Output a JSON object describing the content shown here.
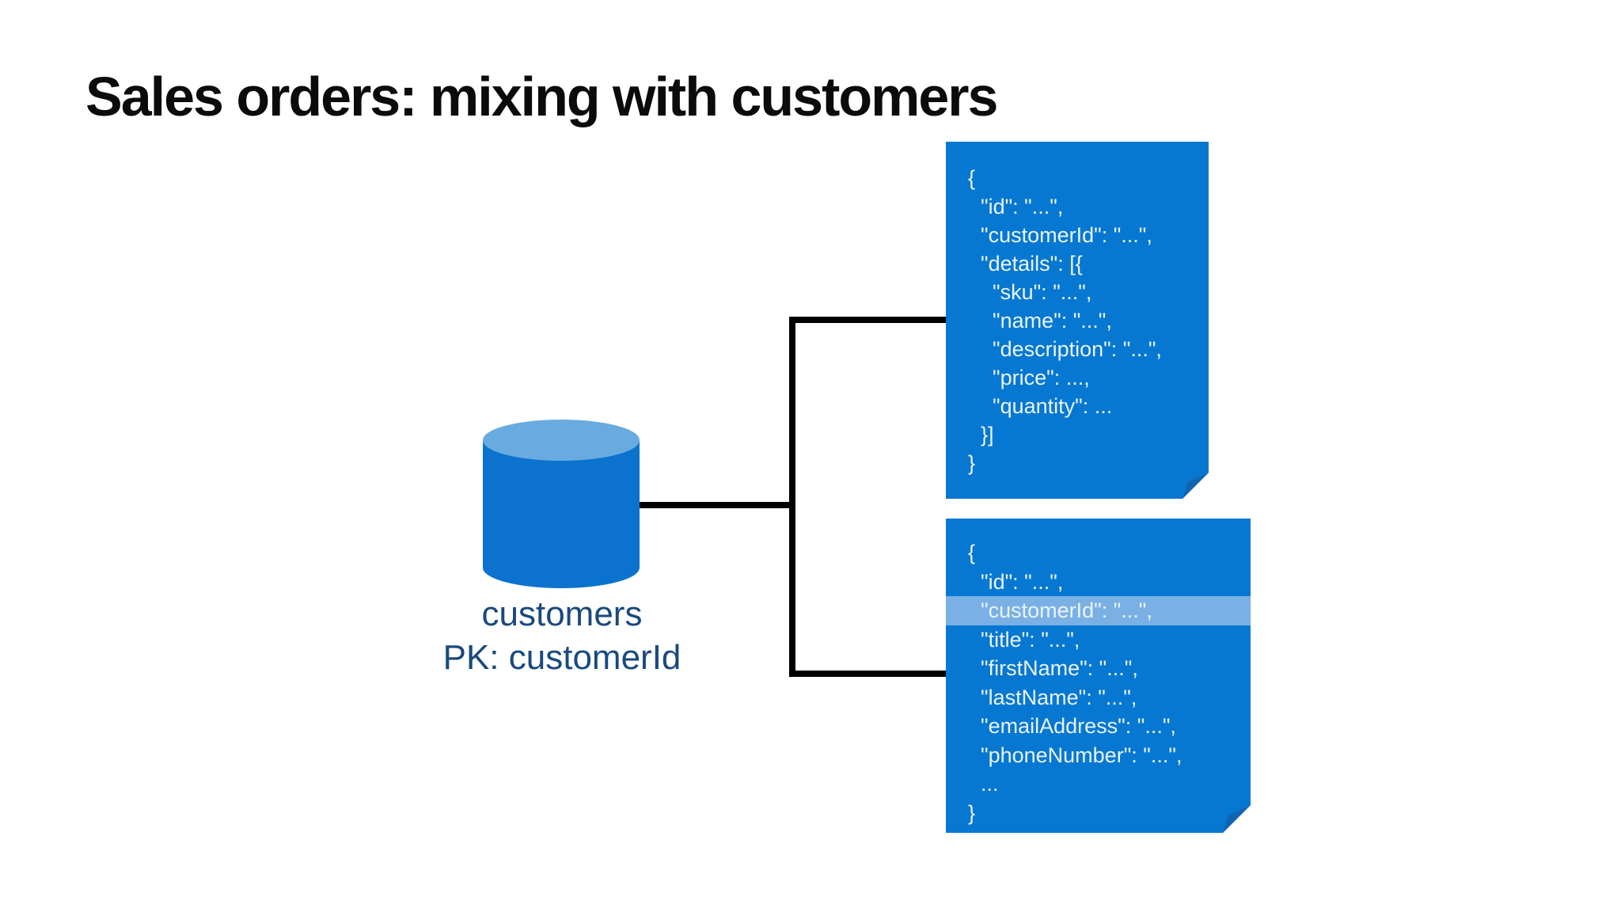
{
  "title": "Sales orders: mixing with customers",
  "database": {
    "name": "customers",
    "partition_key_label": "PK: customerId"
  },
  "documents": [
    {
      "id": "sales-order",
      "lines": [
        {
          "text": "{",
          "indent": 0
        },
        {
          "text": "\"id\": \"...\",",
          "indent": 1
        },
        {
          "text": "\"customerId\": \"...\",",
          "indent": 1
        },
        {
          "text": "\"details\": [{",
          "indent": 1
        },
        {
          "text": "\"sku\": \"...\",",
          "indent": 2
        },
        {
          "text": "\"name\": \"...\",",
          "indent": 2
        },
        {
          "text": "\"description\": \"...\",",
          "indent": 2
        },
        {
          "text": "\"price\": ...,",
          "indent": 2
        },
        {
          "text": "\"quantity\": ...",
          "indent": 2
        },
        {
          "text": "}]",
          "indent": 1
        },
        {
          "text": "}",
          "indent": 0
        }
      ]
    },
    {
      "id": "customer",
      "lines": [
        {
          "text": "{",
          "indent": 0
        },
        {
          "text": "\"id\": \"...\",",
          "indent": 1
        },
        {
          "text": "\"customerId\": \"...\",",
          "indent": 1,
          "highlight": true
        },
        {
          "text": "\"title\": \"...\",",
          "indent": 1
        },
        {
          "text": "\"firstName\": \"...\",",
          "indent": 1
        },
        {
          "text": "\"lastName\": \"...\",",
          "indent": 1
        },
        {
          "text": "\"emailAddress\": \"...\",",
          "indent": 1
        },
        {
          "text": "\"phoneNumber\": \"...\",",
          "indent": 1
        },
        {
          "text": "...",
          "indent": 1
        },
        {
          "text": "}",
          "indent": 0
        }
      ]
    }
  ],
  "colors": {
    "title_black": "#0b0b0b",
    "connector_black": "#000000",
    "document_blue": "#0778d1",
    "cylinder_blue": "#0b73ce",
    "cylinder_top_blue": "#68abe1",
    "highlight_blue": "#7ab0e4",
    "fold_blue": "#1364ae",
    "label_navy": "#19497e",
    "doc_text": "#e9f3fc"
  }
}
